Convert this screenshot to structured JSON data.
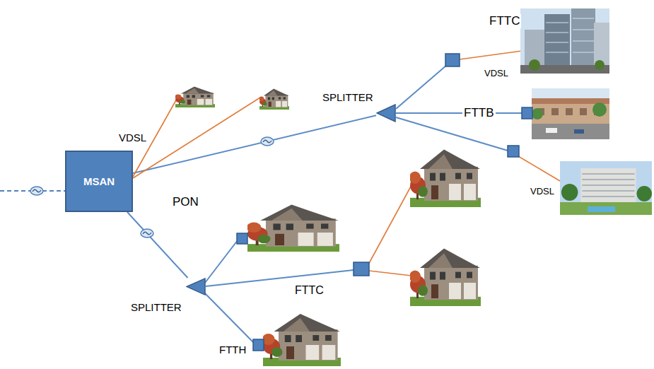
{
  "diagram": {
    "nodes": [
      {
        "text": [
          "MSAN"
        ]
      },
      {
        "text": [
          "SPLITTER"
        ]
      },
      {
        "text": [
          "SPLITTER"
        ]
      }
    ],
    "edges": [
      {
        "from": 0,
        "to": 1,
        "arrow": "none"
      },
      {
        "from": 0,
        "to": 2,
        "arrow": "none"
      }
    ],
    "labels": [
      "FTTC",
      "VDSL",
      "FTTB",
      "VDSL",
      "VDSL",
      "PON",
      "FTTC",
      "FTTH"
    ]
  }
}
